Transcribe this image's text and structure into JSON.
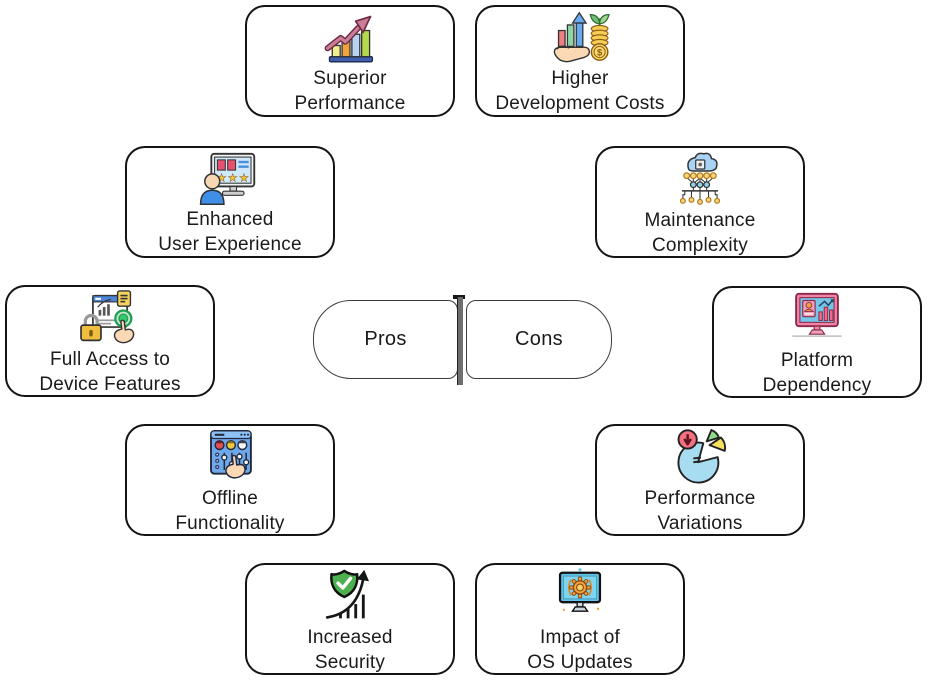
{
  "center": {
    "pros_label": "Pros",
    "cons_label": "Cons"
  },
  "cards": [
    {
      "id": "superior-performance",
      "group": "pros",
      "label_line1": "Superior",
      "label_line2": "Performance",
      "icon": "bar-chart-growth-icon"
    },
    {
      "id": "higher-development-costs",
      "group": "cons",
      "label_line1": "Higher",
      "label_line2": "Development Costs",
      "icon": "hand-money-growth-icon"
    },
    {
      "id": "enhanced-user-experience",
      "group": "pros",
      "label_line1": "Enhanced",
      "label_line2": "User Experience",
      "icon": "user-rating-screen-icon"
    },
    {
      "id": "maintenance-complexity",
      "group": "cons",
      "label_line1": "Maintenance",
      "label_line2": "Complexity",
      "icon": "cloud-network-icon"
    },
    {
      "id": "full-access-device-features",
      "group": "pros",
      "label_line1": "Full Access to",
      "label_line2": "Device Features",
      "icon": "lock-browser-touch-icon"
    },
    {
      "id": "platform-dependency",
      "group": "cons",
      "label_line1": "Platform",
      "label_line2": "Dependency",
      "icon": "monitor-dashboard-icon"
    },
    {
      "id": "offline-functionality",
      "group": "pros",
      "label_line1": "Offline",
      "label_line2": "Functionality",
      "icon": "control-panel-touch-icon"
    },
    {
      "id": "performance-variations",
      "group": "cons",
      "label_line1": "Performance",
      "label_line2": "Variations",
      "icon": "pie-chart-decline-icon"
    },
    {
      "id": "increased-security",
      "group": "pros",
      "label_line1": "Increased",
      "label_line2": "Security",
      "icon": "shield-growth-icon"
    },
    {
      "id": "impact-of-os-updates",
      "group": "cons",
      "label_line1": "Impact of",
      "label_line2": "OS Updates",
      "icon": "monitor-gear-update-icon"
    }
  ],
  "colors": {
    "card_background": "#ffffff",
    "card_border": "#141414",
    "shadow": "#000000",
    "divider": "#6e6e6e",
    "text": "#1a1a1a"
  }
}
